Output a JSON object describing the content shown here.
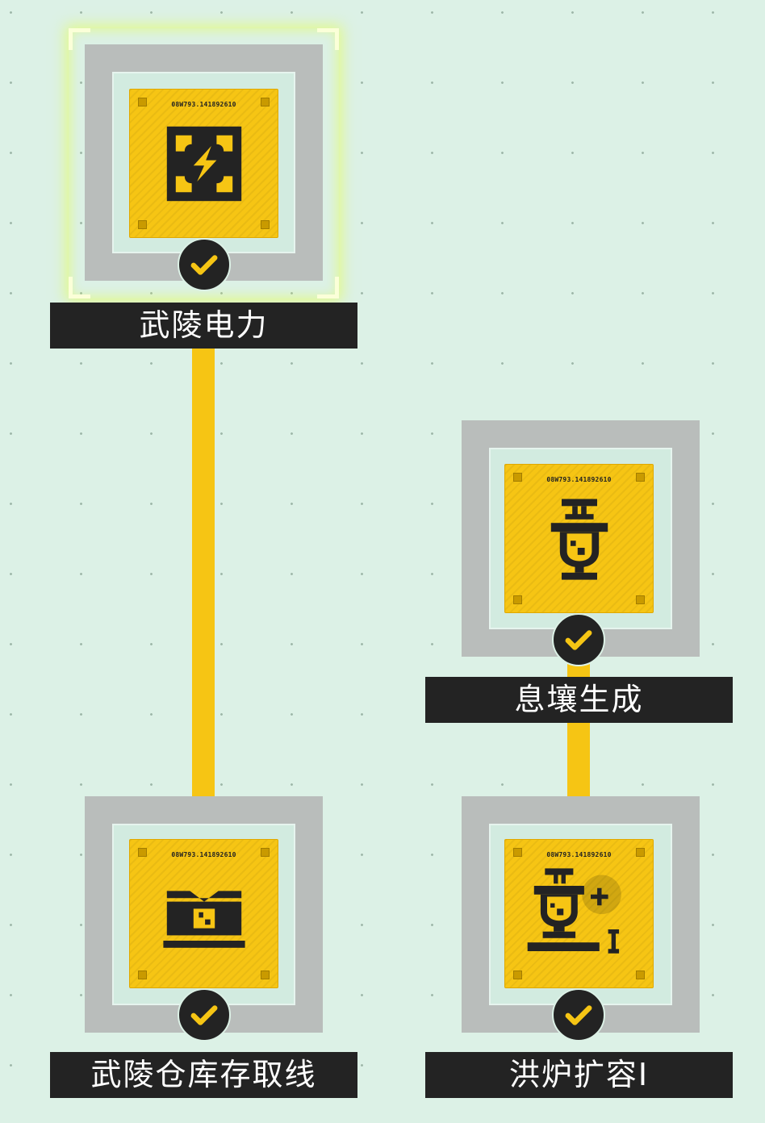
{
  "card_code": "08W793.141892610",
  "nodes": [
    {
      "label": "武陵电力",
      "icon": "power-lightning-icon",
      "status": "completed",
      "selected": true
    },
    {
      "label": "息壤生成",
      "icon": "xirang-generator-icon",
      "status": "completed",
      "selected": false
    },
    {
      "label": "武陵仓库存取线",
      "icon": "warehouse-line-icon",
      "status": "completed",
      "selected": false
    },
    {
      "label": "洪炉扩容I",
      "icon": "furnace-expand-icon",
      "status": "completed",
      "selected": false
    }
  ],
  "colors": {
    "accent": "#f6c514",
    "background": "#dcf1e6",
    "frame": "#b9bdbb",
    "label_bg": "#232323"
  }
}
